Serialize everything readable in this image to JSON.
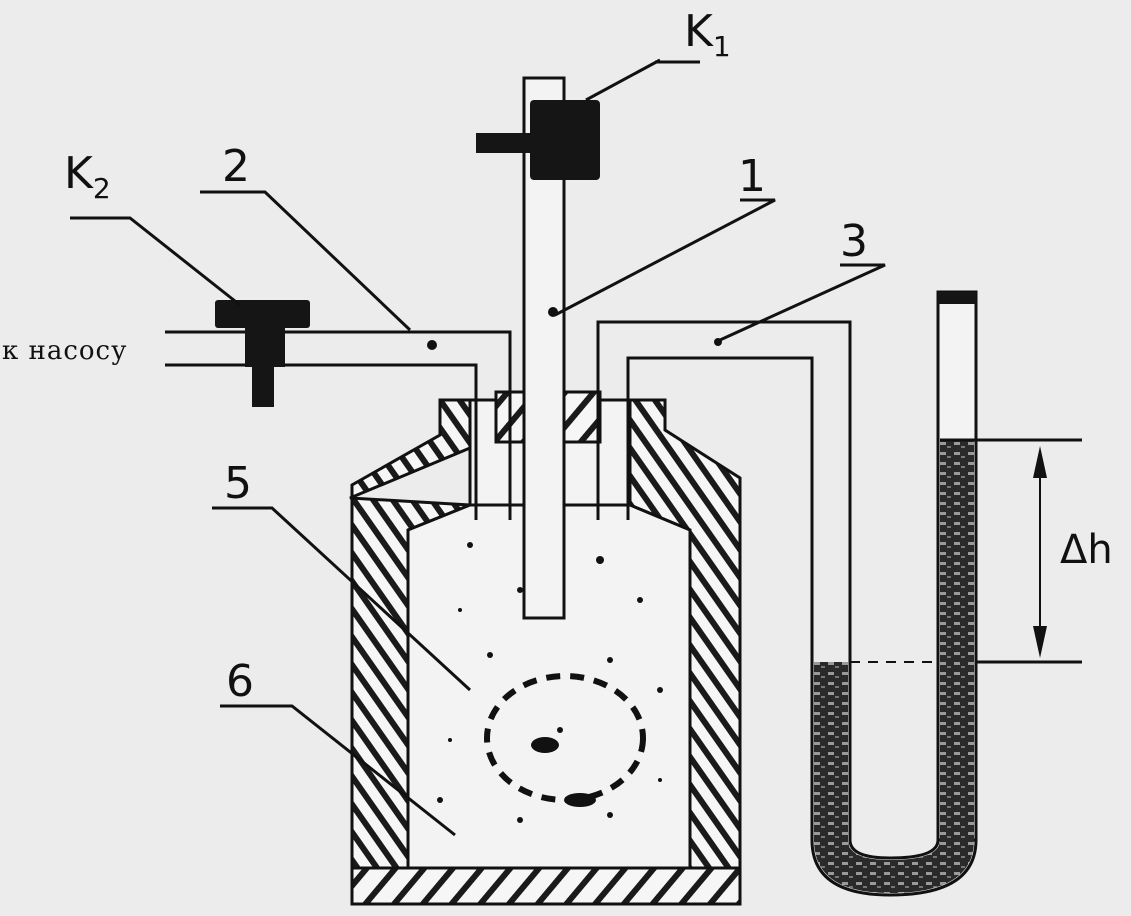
{
  "labels": {
    "k1_letter": "K",
    "k1_sub": "1",
    "k2_letter": "K",
    "k2_sub": "2",
    "n1": "1",
    "n2": "2",
    "n3": "3",
    "n5": "5",
    "n6": "6",
    "to_pump": "к насосу",
    "delta_h": "Δh"
  },
  "colors": {
    "ink": "#111111",
    "paper": "#ececec",
    "fill": "#f6f6f6",
    "hatch": "#1a1a1a"
  }
}
